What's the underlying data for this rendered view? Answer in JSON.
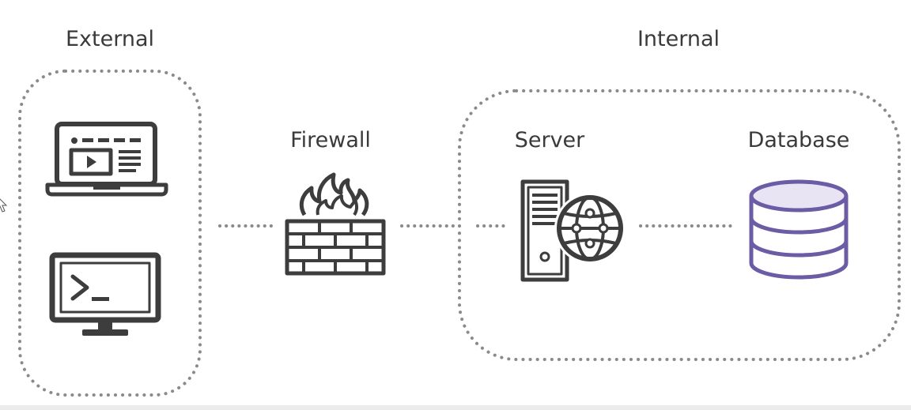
{
  "groups": {
    "external": "External",
    "internal": "Internal"
  },
  "nodes": {
    "firewall": "Firewall",
    "server": "Server",
    "database": "Database"
  },
  "colors": {
    "icon": "#3d3d3d",
    "dotted": "#8a8a8a",
    "database_stroke": "#6b5ca5",
    "database_fill": "#e8e4f3"
  },
  "icons": [
    "laptop-icon",
    "terminal-monitor-icon",
    "firewall-brick-wall-icon",
    "server-icon",
    "globe-network-icon",
    "database-icon"
  ]
}
